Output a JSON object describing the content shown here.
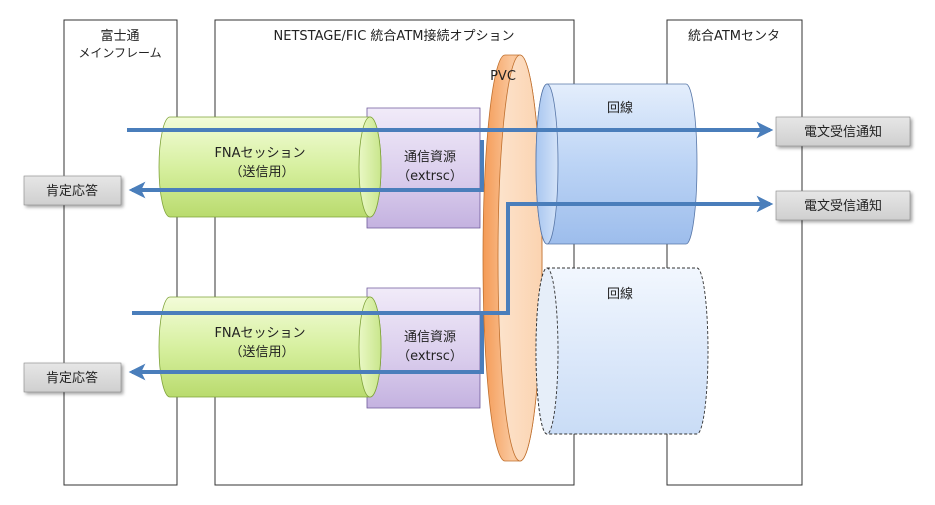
{
  "columns": {
    "mainframe": {
      "line1": "富士通",
      "line2": "メインフレーム"
    },
    "netstage": {
      "title": "NETSTAGE/FIC  統合ATM接続オプション"
    },
    "center": {
      "title": "統合ATMセンタ"
    }
  },
  "pvc": {
    "label": "PVC"
  },
  "sessions": [
    {
      "line1": "FNAセッション",
      "line2": "（送信用）"
    },
    {
      "line1": "FNAセッション",
      "line2": "（送信用）"
    }
  ],
  "resources": [
    {
      "line1": "通信資源",
      "line2": "（extrsc）"
    },
    {
      "line1": "通信資源",
      "line2": "（extrsc）"
    }
  ],
  "lines": [
    {
      "label": "回線",
      "style": "solid"
    },
    {
      "label": "回線",
      "style": "dashed"
    }
  ],
  "responses": [
    {
      "label": "肯定応答"
    },
    {
      "label": "肯定応答"
    }
  ],
  "notifications": [
    {
      "label": "電文受信通知"
    },
    {
      "label": "電文受信通知"
    }
  ],
  "colors": {
    "arrow": "#4A7EBB",
    "session_fill": "#D7F0A0",
    "resource_fill": "#D9CCEC",
    "pvc_fill": "#F7B986",
    "line_fill": "#BCD4F5",
    "label_box": "#D9D9D9"
  }
}
